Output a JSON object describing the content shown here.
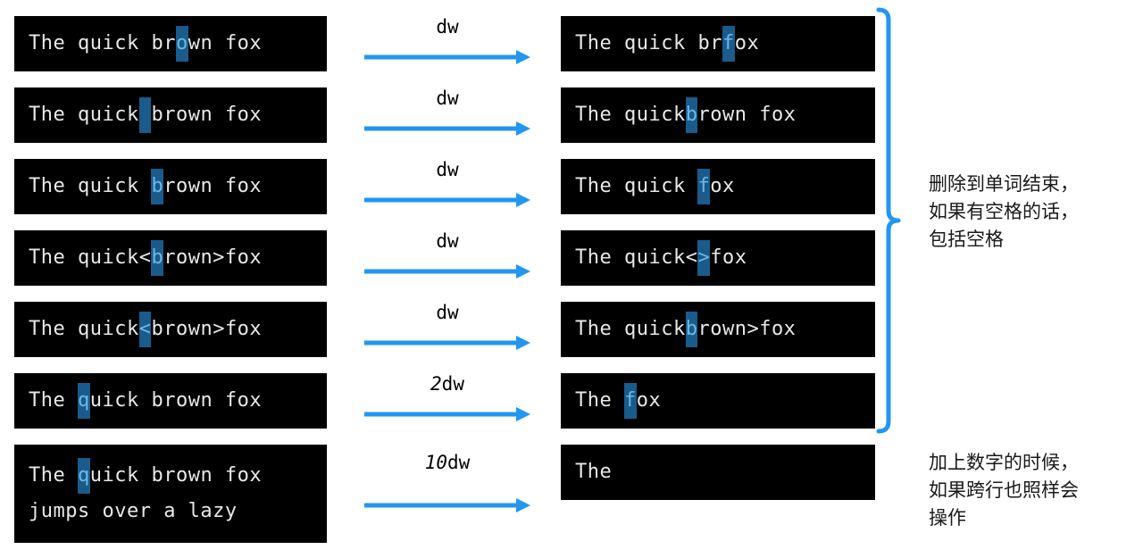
{
  "colors": {
    "terminal_bg": "#000000",
    "terminal_fg": "#e8e8e8",
    "cursor_block": "#1a5b8c",
    "cursor_text": "#69b8e8",
    "arrow_blue": "#2196F3",
    "brace_blue": "#2196F3",
    "page_bg": "#ffffff",
    "note_text": "#1a1a1a"
  },
  "rows": [
    {
      "id": "row-1",
      "before": {
        "pre": "The quick br",
        "cursor": "o",
        "post": "wn fox"
      },
      "command": {
        "count": "",
        "verb": "dw"
      },
      "after": {
        "pre": "The quick br",
        "cursor": "f",
        "post": "ox"
      }
    },
    {
      "id": "row-2",
      "before": {
        "pre": "The quick",
        "cursor": " ",
        "post": "brown fox"
      },
      "command": {
        "count": "",
        "verb": "dw"
      },
      "after": {
        "pre": "The quick",
        "cursor": "b",
        "post": "rown fox"
      }
    },
    {
      "id": "row-3",
      "before": {
        "pre": "The quick ",
        "cursor": "b",
        "post": "rown fox"
      },
      "command": {
        "count": "",
        "verb": "dw"
      },
      "after": {
        "pre": "The quick ",
        "cursor": "f",
        "post": "ox"
      }
    },
    {
      "id": "row-4",
      "before": {
        "pre": "The quick<",
        "cursor": "b",
        "post": "rown>fox"
      },
      "command": {
        "count": "",
        "verb": "dw"
      },
      "after": {
        "pre": "The quick<",
        "cursor": ">",
        "post": "fox"
      }
    },
    {
      "id": "row-5",
      "before": {
        "pre": "The quick",
        "cursor": "<",
        "post": "brown>fox"
      },
      "command": {
        "count": "",
        "verb": "dw"
      },
      "after": {
        "pre": "The quick",
        "cursor": "b",
        "post": "rown>fox"
      }
    },
    {
      "id": "row-6",
      "before": {
        "pre": "The ",
        "cursor": "q",
        "post": "uick brown fox"
      },
      "command": {
        "count": "2",
        "verb": "dw"
      },
      "after": {
        "pre": "The ",
        "cursor": "f",
        "post": "ox"
      }
    },
    {
      "id": "row-7",
      "before": {
        "pre": "The ",
        "cursor": "q",
        "post": "uick brown fox",
        "line2": "jumps over a lazy"
      },
      "command": {
        "count": "10",
        "verb": "dw"
      },
      "after": {
        "pre": "The",
        "cursor": "",
        "post": ""
      }
    }
  ],
  "notes": [
    {
      "id": "note-word-end",
      "text": "删除到单词结束，\n如果有空格的话，\n包括空格"
    },
    {
      "id": "note-count-multiline",
      "text": "加上数字的时候，\n如果跨行也照样会\n操作"
    }
  ],
  "brace": {
    "id": "brace-rows-1-to-6",
    "label": "curly-brace-spanning-first-six-rows"
  }
}
